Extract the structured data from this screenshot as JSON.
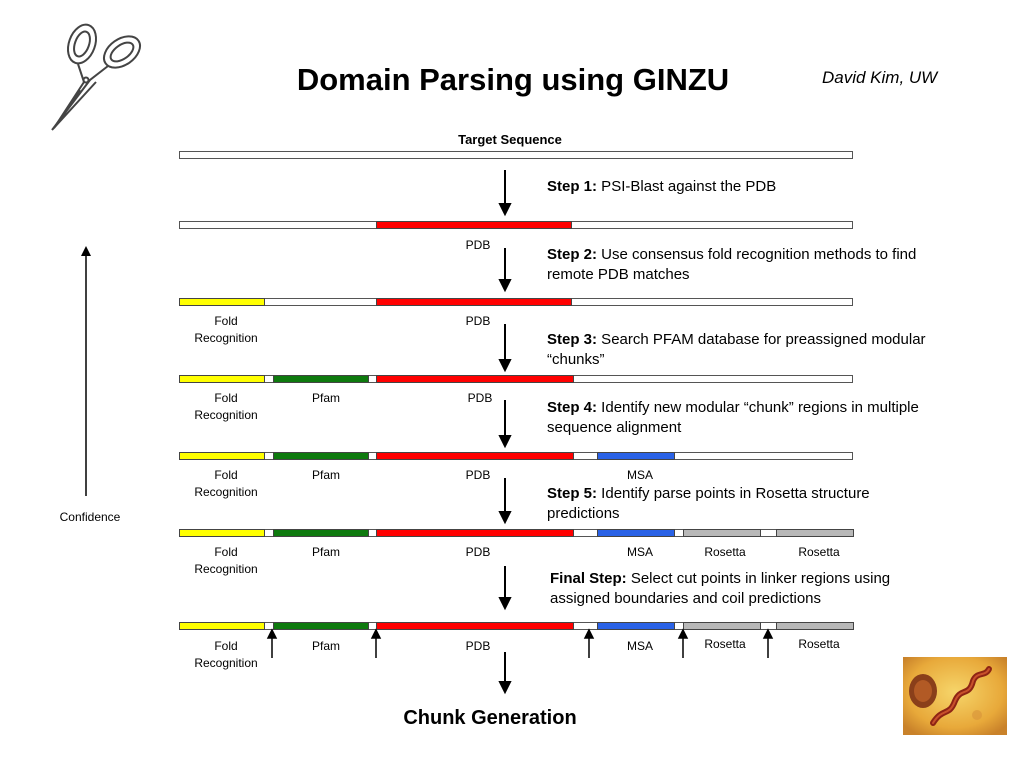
{
  "title": "Domain Parsing using GINZU",
  "author": "David Kim, UW",
  "target_label": "Target Sequence",
  "confidence_label": "Confidence",
  "final_label": "Chunk Generation",
  "steps": [
    {
      "bold": "Step 1:",
      "text": " PSI-Blast against the PDB"
    },
    {
      "bold": "Step 2:",
      "text": " Use consensus fold recognition methods to find remote PDB matches"
    },
    {
      "bold": "Step 3:",
      "text": " Search PFAM database for preassigned modular “chunks”"
    },
    {
      "bold": "Step 4:",
      "text": "  Identify new modular “chunk” regions in multiple sequence alignment"
    },
    {
      "bold": "Step 5:",
      "text": " Identify parse points in Rosetta structure predictions"
    },
    {
      "bold": "Final Step:",
      "text": " Select cut points in linker regions using assigned boundaries and coil predictions"
    }
  ],
  "segment_labels": {
    "fold_line1": "Fold",
    "fold_line2": "Recognition",
    "pfam": "Pfam",
    "pdb": "PDB",
    "msa": "MSA",
    "rosetta": "Rosetta"
  },
  "colors": {
    "fold": "#ffff00",
    "pfam": "#0e7a0e",
    "pdb": "#ff0000",
    "msa": "#2a62e6",
    "rosetta": "#b8b8b8"
  }
}
